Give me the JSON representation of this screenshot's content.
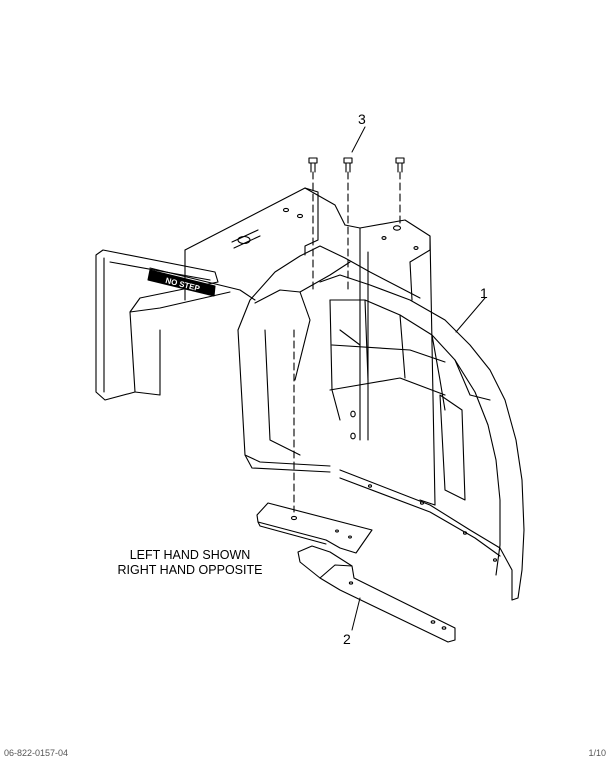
{
  "callouts": {
    "part1": "1",
    "part2": "2",
    "part3": "3"
  },
  "note": {
    "line1": "LEFT HAND SHOWN",
    "line2": "RIGHT HAND OPPOSITE"
  },
  "decal_text": "NO STEP",
  "footer": {
    "left": "06-822-0157-04",
    "right": "1/10"
  }
}
